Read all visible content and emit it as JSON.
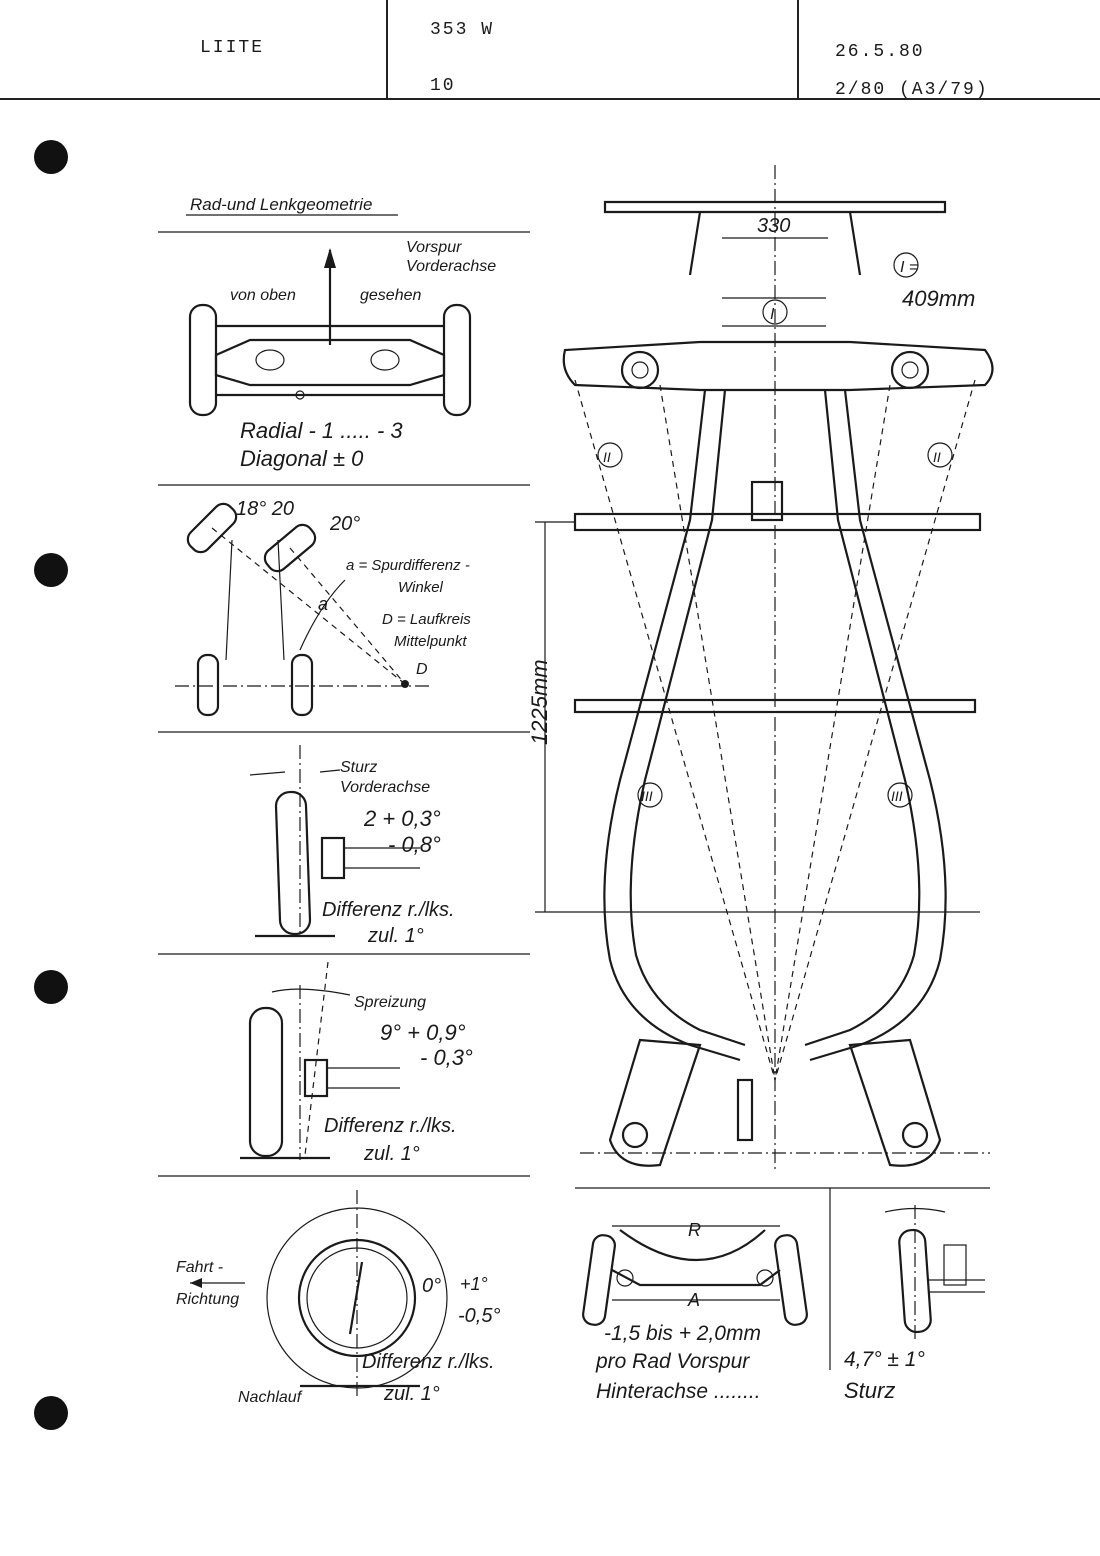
{
  "header": {
    "manufacturer": "LIITE",
    "model": "353 W",
    "number": "10",
    "date": "26.5.80",
    "edition": "2/80 (A3/79)"
  },
  "left": {
    "title": "Rad-und Lenkgeometrie",
    "toe": {
      "vorspur": "Vorspur",
      "vorderachse": "Vorderachse",
      "von_oben": "von oben",
      "gesehen": "gesehen",
      "radial": "Radial  - 1 ..... - 3",
      "diagonal": "Diagonal      ± 0"
    },
    "steer": {
      "angle1": "18° 20",
      "angle2": "20°",
      "alpha_label": "a = Spurdifferenz -",
      "alpha_label2": "Winkel",
      "d_label": "D = Laufkreis",
      "d_label2": "Mittelpunkt",
      "alpha": "a",
      "d": "D"
    },
    "camber": {
      "sturz": "Sturz",
      "vorderachse": "Vorderachse",
      "value": "2 + 0,3°",
      "value_minus": "- 0,8°",
      "diff": "Differenz r./lks.",
      "zul": "zul. 1°"
    },
    "kpi": {
      "spreizung": "Spreizung",
      "value": "9°  + 0,9°",
      "value_minus": "- 0,3°",
      "diff": "Differenz r./lks.",
      "zul": "zul. 1°"
    },
    "caster": {
      "fahrt": "Fahrt -",
      "richtung": "Richtung",
      "value": "0°",
      "plus": "+1°",
      "minus": "-0,5°",
      "diff": "Differenz r./lks.",
      "zul": "zul.  1°",
      "nachlauf": "Nachlauf"
    }
  },
  "right": {
    "dim_top": "330",
    "circle_one": "I",
    "circle_one_eq": "I =",
    "circle_one_value": "409mm",
    "circle_two": "II",
    "circle_three": "III",
    "dim_length": "1225mm",
    "rear": {
      "r": "R",
      "a": "A",
      "toe": "-1,5 bis + 2,0mm",
      "pro_rad": "pro  Rad Vorspur",
      "hinterachse": "Hinterachse ........",
      "camber_value": "4,7° ±  1°",
      "sturz": "Sturz"
    }
  }
}
